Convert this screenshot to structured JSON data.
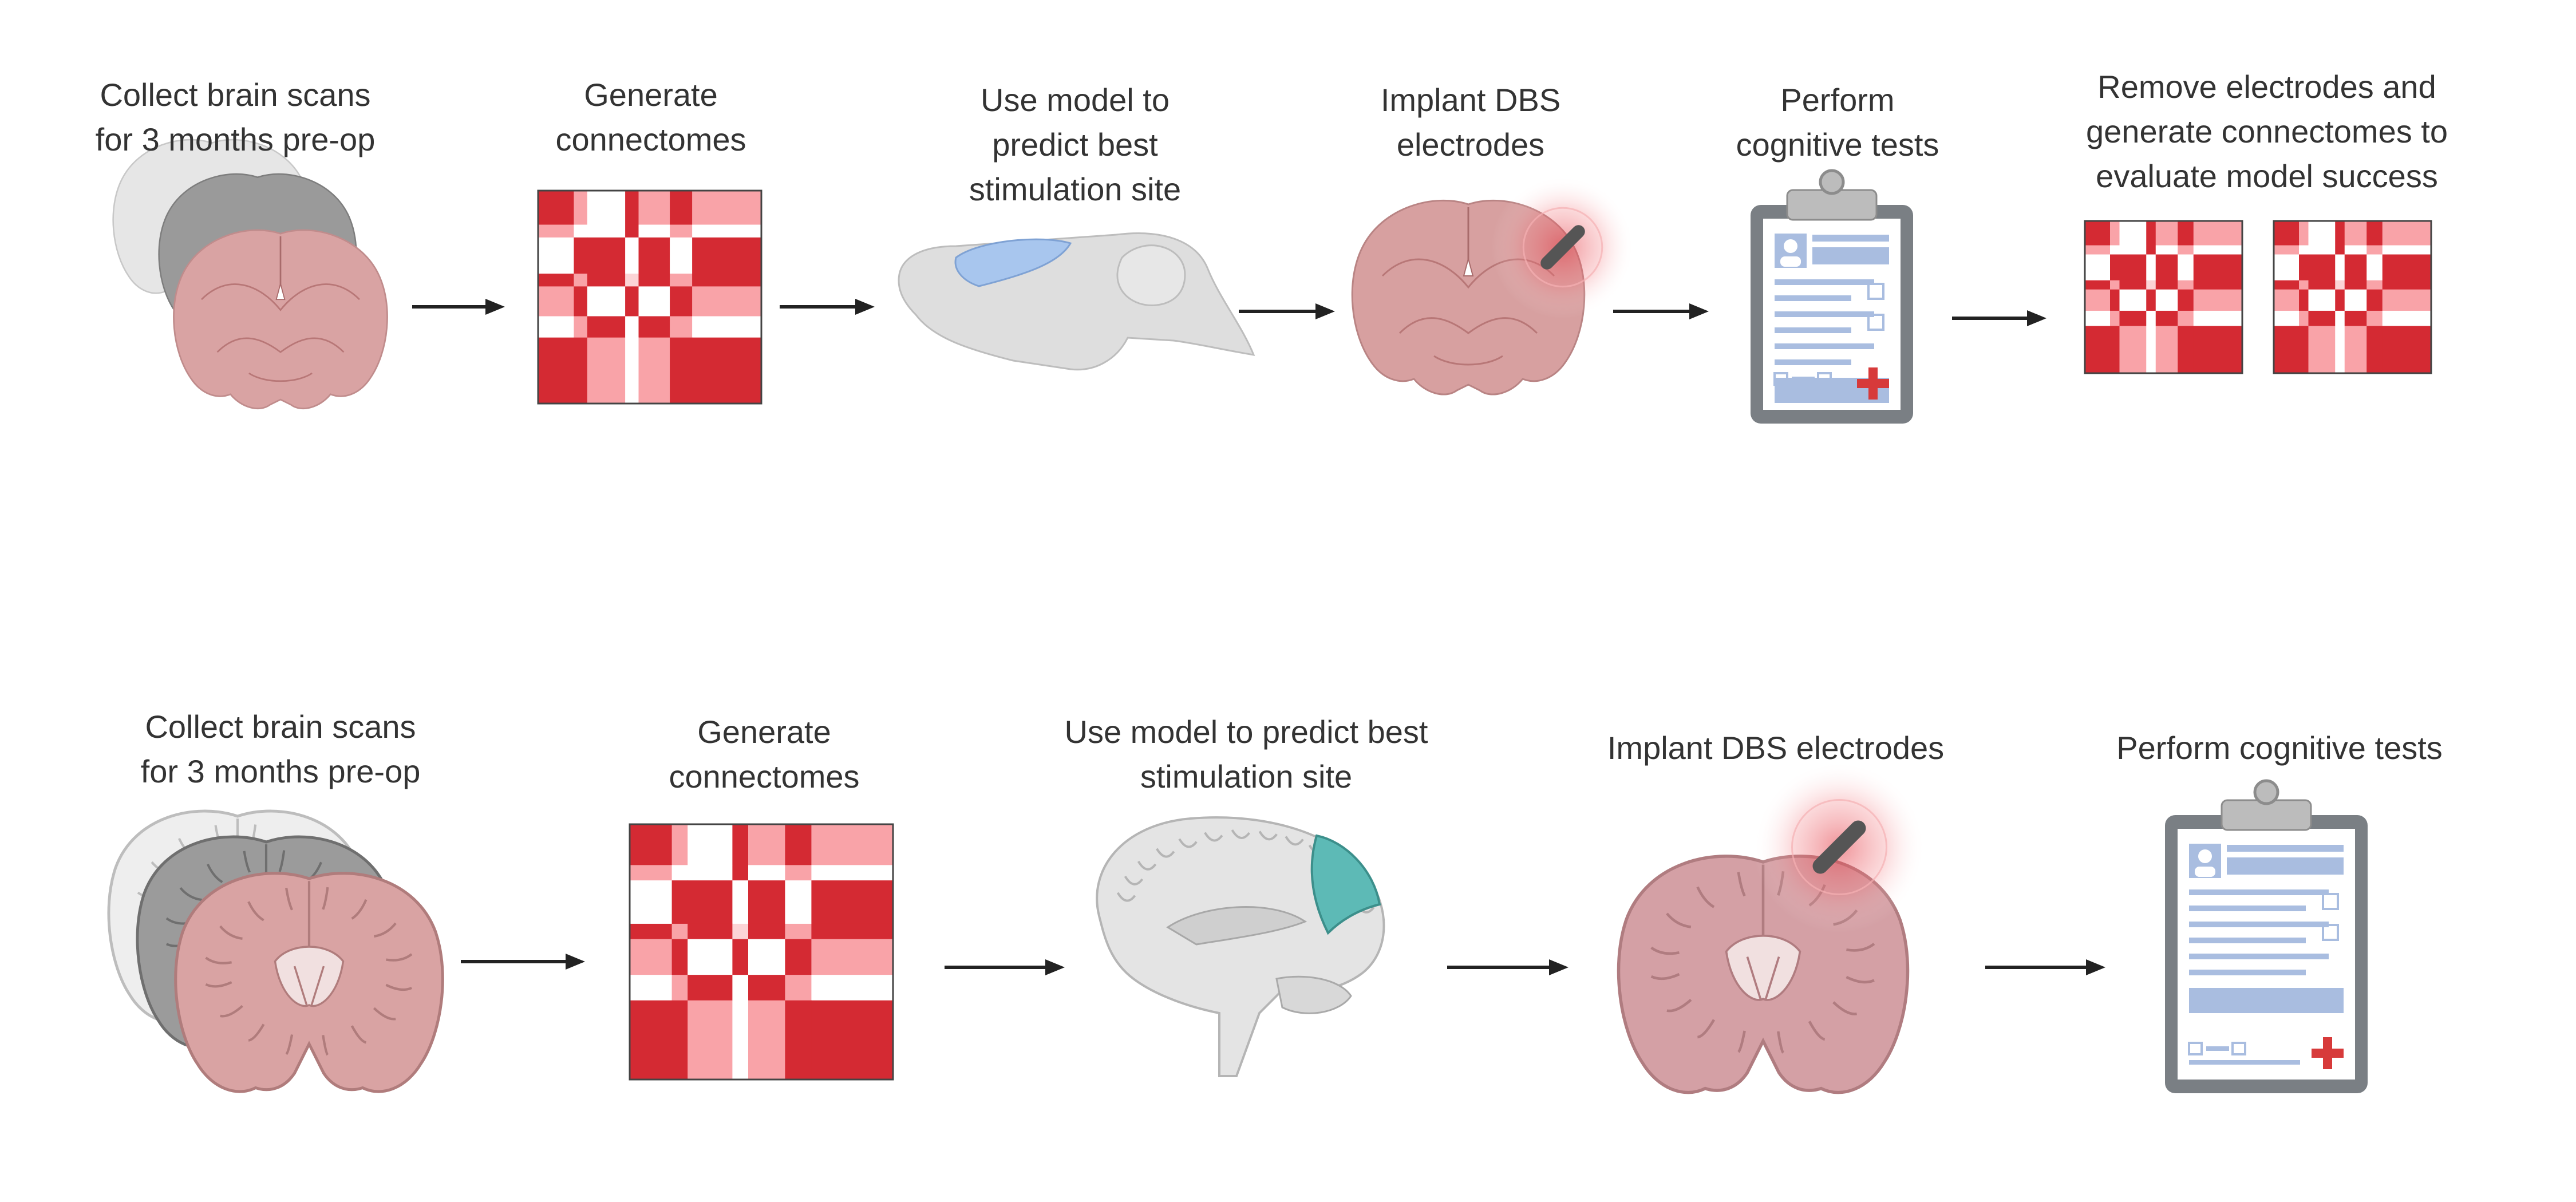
{
  "workflows": [
    {
      "steps": [
        {
          "lines": [
            "Collect brain scans",
            "for 3 months pre-op"
          ]
        },
        {
          "lines": [
            "Generate",
            "connectomes"
          ]
        },
        {
          "lines": [
            "Use model to",
            "predict best",
            "stimulation site"
          ]
        },
        {
          "lines": [
            "Implant DBS",
            "electrodes"
          ]
        },
        {
          "lines": [
            "Perform",
            "cognitive tests"
          ]
        },
        {
          "lines": [
            "Remove electrodes and",
            "generate connectomes to",
            "evaluate model success"
          ]
        }
      ]
    },
    {
      "steps": [
        {
          "lines": [
            "Collect brain scans",
            "for 3 months pre-op"
          ]
        },
        {
          "lines": [
            "Generate",
            "connectomes"
          ]
        },
        {
          "lines": [
            "Use model to predict best",
            "stimulation site"
          ]
        },
        {
          "lines": [
            "Implant DBS electrodes"
          ]
        },
        {
          "lines": [
            "Perform cognitive tests"
          ]
        }
      ]
    }
  ],
  "colors": {
    "matrix_dark": "#d42a33",
    "matrix_light": "#f9a3a8",
    "matrix_pale": "#fcd4d6",
    "brain_pink": "#d9a3a3",
    "brain_gray": "#9a9a9a",
    "brain_light": "#dedede",
    "target_blue": "#a8c6ee",
    "target_teal": "#5dbab6",
    "clip_frame": "#7a7f84",
    "clip_blue": "#a9bde0",
    "arrow": "#222222"
  },
  "icons": [
    "brain-scan-stack-icon",
    "connectome-matrix-icon",
    "sagittal-brain-icon",
    "dbs-electrode-brain-icon",
    "clipboard-icon"
  ]
}
